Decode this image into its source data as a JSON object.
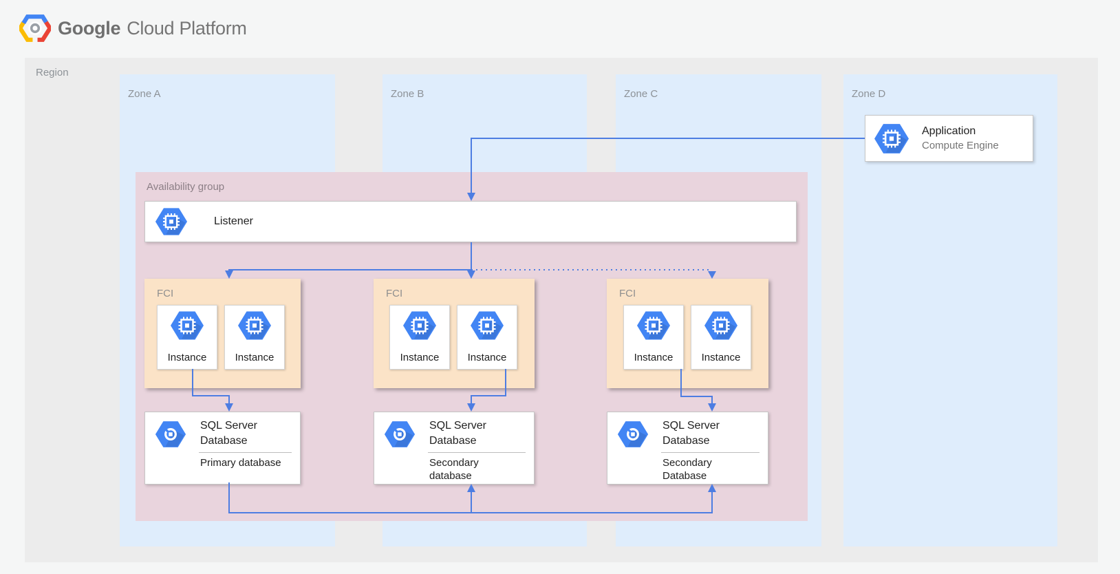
{
  "header": {
    "brand_primary": "Google",
    "brand_secondary": "Cloud Platform"
  },
  "region": {
    "label": "Region"
  },
  "zones": [
    {
      "label": "Zone A"
    },
    {
      "label": "Zone B"
    },
    {
      "label": "Zone C"
    },
    {
      "label": "Zone D"
    }
  ],
  "application": {
    "title": "Application",
    "subtitle": "Compute Engine",
    "icon": "compute-engine-icon"
  },
  "availability_group": {
    "label": "Availability group",
    "listener": {
      "label": "Listener",
      "icon": "compute-engine-icon"
    },
    "fci_groups": [
      {
        "label": "FCI",
        "instances": [
          {
            "label": "Instance"
          },
          {
            "label": "Instance"
          }
        ]
      },
      {
        "label": "FCI",
        "instances": [
          {
            "label": "Instance"
          },
          {
            "label": "Instance"
          }
        ]
      },
      {
        "label": "FCI",
        "instances": [
          {
            "label": "Instance"
          },
          {
            "label": "Instance"
          }
        ]
      }
    ],
    "databases": [
      {
        "title": "SQL Server\nDatabase",
        "subtitle": "Primary database",
        "icon": "sql-server-icon"
      },
      {
        "title": "SQL Server\nDatabase",
        "subtitle": "Secondary\ndatabase",
        "icon": "sql-server-icon"
      },
      {
        "title": "SQL Server\nDatabase",
        "subtitle": "Secondary\nDatabase",
        "icon": "sql-server-icon"
      }
    ]
  },
  "colors": {
    "arrow_blue": "#4d7de2",
    "icon_blue": "#4285F4",
    "zone_fill": "#dfedfc",
    "region_fill": "#ececec",
    "availability_fill": "#e9d4dd",
    "fci_fill": "#fbe3c7",
    "logo_red": "#EA4335",
    "logo_yellow": "#FBBC05",
    "logo_blue": "#4285F4"
  }
}
